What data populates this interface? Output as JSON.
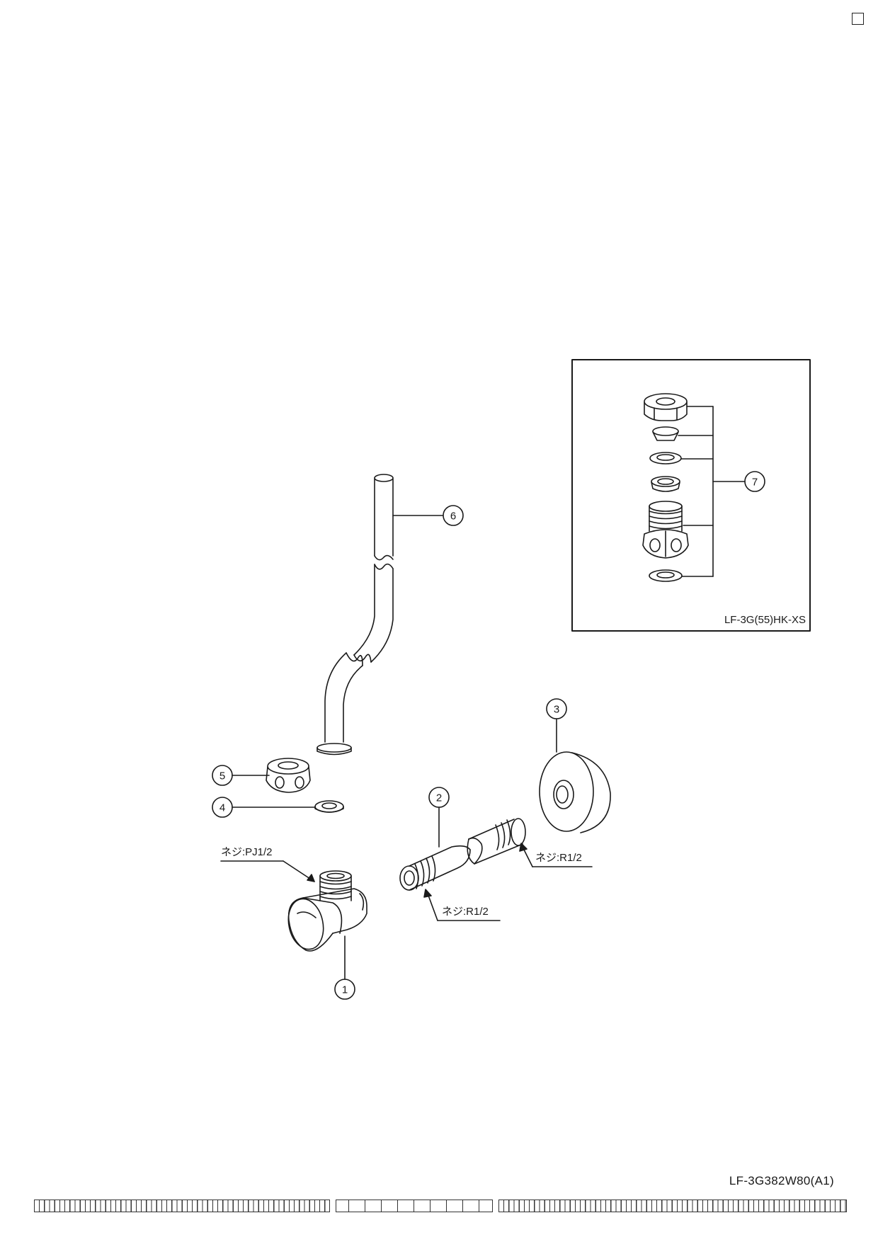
{
  "document": {
    "model_code": "LF-3G382W80(A1)",
    "corner_mark": "□"
  },
  "inset": {
    "model_label": "LF-3G(55)HK-XS",
    "callout": "7"
  },
  "callouts": [
    "1",
    "2",
    "3",
    "4",
    "5",
    "6"
  ],
  "thread_labels": {
    "valve_inlet": "ネジ:PJ1/2",
    "nipple_right": "ネジ:R1/2",
    "nipple_left": "ネジ:R1/2"
  },
  "parts": [
    {
      "callout": "1",
      "icon": "angle-stop-valve-icon"
    },
    {
      "callout": "2",
      "icon": "extension-nipple-icon"
    },
    {
      "callout": "3",
      "icon": "wall-flange-icon"
    },
    {
      "callout": "4",
      "icon": "washer-icon"
    },
    {
      "callout": "5",
      "icon": "hex-nut-icon"
    },
    {
      "callout": "6",
      "icon": "supply-pipe-icon"
    },
    {
      "callout": "7",
      "icon": "compression-fitting-set-icon"
    }
  ],
  "colors": {
    "line": "#1a1a1a",
    "background": "#ffffff"
  }
}
